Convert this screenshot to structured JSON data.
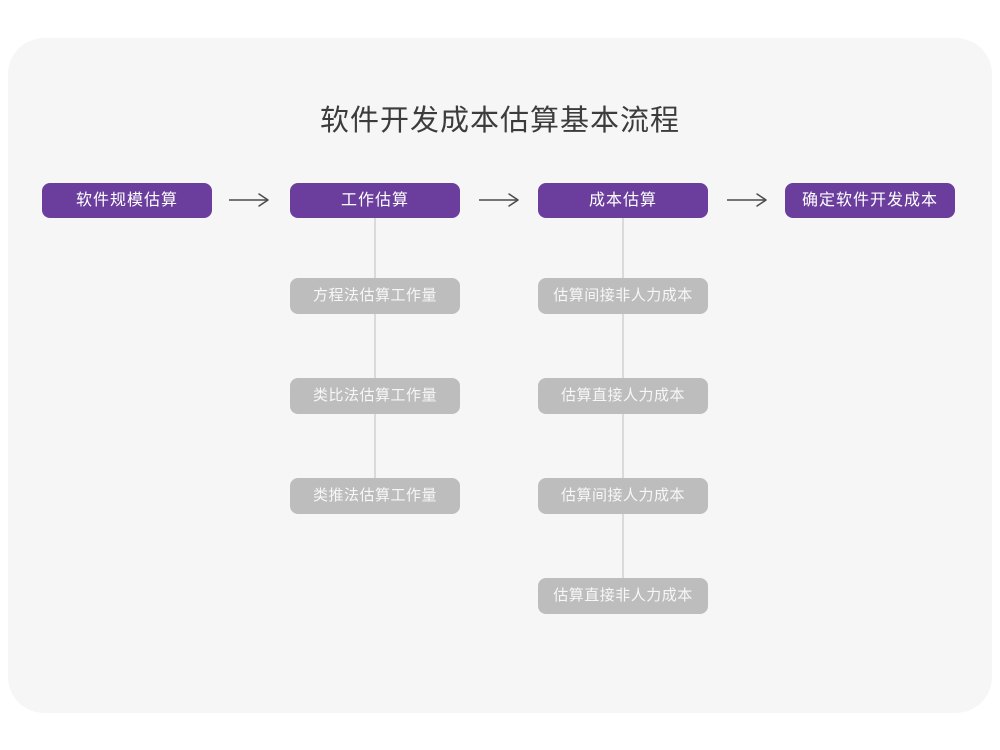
{
  "title": "软件开发成本估算基本流程",
  "colors": {
    "accent_purple": "#6B3E9E",
    "substep_gray": "#BDBDBD",
    "card_background": "#F6F6F6",
    "connector_line": "#DADADA",
    "arrow_stroke": "#4A4A4A",
    "title_text": "#3C3C3C"
  },
  "flow": {
    "stages": [
      {
        "label": "软件规模估算",
        "substeps": []
      },
      {
        "label": "工作估算",
        "substeps": [
          "方程法估算工作量",
          "类比法估算工作量",
          "类推法估算工作量"
        ]
      },
      {
        "label": "成本估算",
        "substeps": [
          "估算间接非人力成本",
          "估算直接人力成本",
          "估算间接人力成本",
          "估算直接非人力成本"
        ]
      },
      {
        "label": "确定软件开发成本",
        "substeps": []
      }
    ]
  }
}
